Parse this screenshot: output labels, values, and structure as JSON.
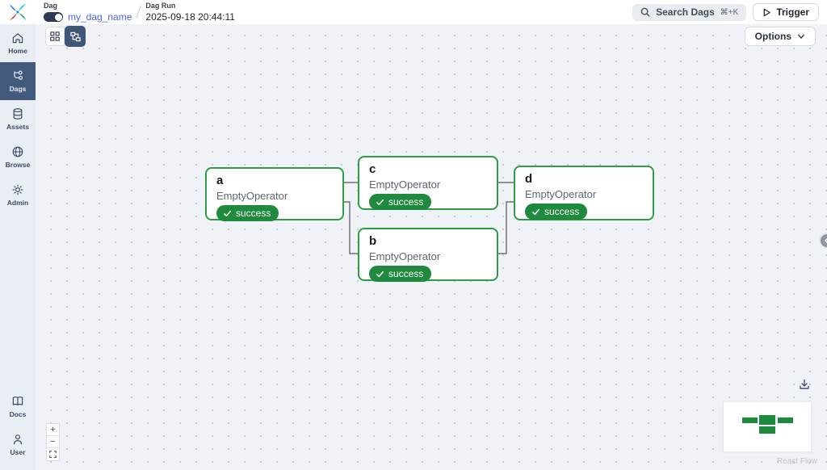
{
  "header": {
    "breadcrumb": {
      "dag_label": "Dag",
      "dag_name": "my_dag_name",
      "dag_run_label": "Dag Run",
      "dag_run_value": "2025-09-18 20:44:11"
    },
    "search": {
      "label": "Search Dags",
      "shortcut": "⌘+K"
    },
    "trigger_label": "Trigger"
  },
  "sidebar": {
    "items": [
      {
        "label": "Home",
        "icon": "home-icon",
        "active": false
      },
      {
        "label": "Dags",
        "icon": "dag-graph-icon",
        "active": true
      },
      {
        "label": "Assets",
        "icon": "database-icon",
        "active": false
      },
      {
        "label": "Browse",
        "icon": "globe-icon",
        "active": false
      },
      {
        "label": "Admin",
        "icon": "gear-icon",
        "active": false
      }
    ],
    "bottom_items": [
      {
        "label": "Docs",
        "icon": "book-icon"
      },
      {
        "label": "User",
        "icon": "person-icon"
      }
    ]
  },
  "toolbar": {
    "view_modes": [
      "grid",
      "graph"
    ],
    "selected_view": "graph",
    "options_label": "Options"
  },
  "graph": {
    "nodes": [
      {
        "id": "a",
        "operator": "EmptyOperator",
        "status": "success"
      },
      {
        "id": "c",
        "operator": "EmptyOperator",
        "status": "success"
      },
      {
        "id": "b",
        "operator": "EmptyOperator",
        "status": "success"
      },
      {
        "id": "d",
        "operator": "EmptyOperator",
        "status": "success"
      }
    ],
    "edges": [
      {
        "from": "a",
        "to": "c"
      },
      {
        "from": "a",
        "to": "b"
      },
      {
        "from": "c",
        "to": "d"
      },
      {
        "from": "b",
        "to": "d"
      }
    ]
  },
  "controls": {
    "zoom_in": "+",
    "zoom_out": "−"
  },
  "attribution": "React Flow",
  "colors": {
    "node_border_green": "#2e9e44",
    "success_badge_green": "#1f8a3d",
    "sidebar_active_navy": "#435a7d",
    "link_blue": "#4c63e8",
    "toggle_navy": "#2c3a57",
    "canvas_bg": "#eff2f6",
    "edge_gray": "#53565d"
  }
}
